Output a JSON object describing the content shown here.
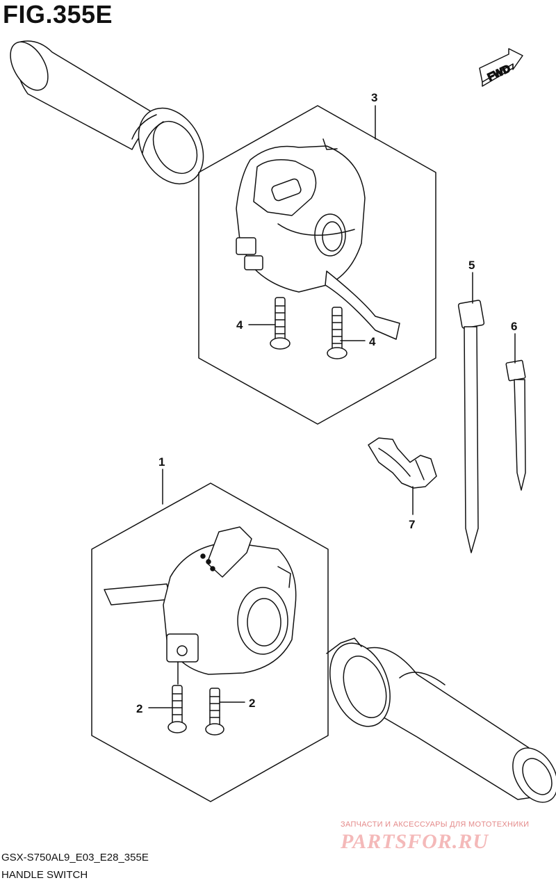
{
  "figure": {
    "title": "FIG.355E",
    "model_code": "GSX-S750AL9_E03_E28_355E",
    "name": "HANDLE SWITCH",
    "direction_label": "FWD"
  },
  "callouts": {
    "c1": "1",
    "c2a": "2",
    "c2b": "2",
    "c3": "3",
    "c4a": "4",
    "c4b": "4",
    "c5": "5",
    "c6": "6",
    "c7": "7"
  },
  "watermark": {
    "line1": "ЗАПЧАСТИ И АКСЕССУАРЫ ДЛЯ МОТОТЕХНИКИ",
    "logo": "PARTSFOR.RU"
  }
}
